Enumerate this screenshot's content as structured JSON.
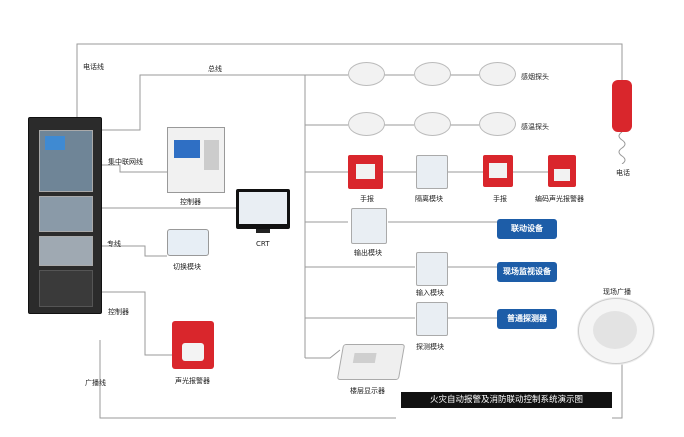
{
  "labels": {
    "phone_line": "电话线",
    "bus": "总线",
    "central_network": "集中联网线",
    "controller": "控制器",
    "crt": "CRT",
    "dedicated_line": "专线",
    "switch_module": "切换模块",
    "control": "控制器",
    "broadcast_line": "广播线",
    "sound_light_alarm": "声光报警器",
    "smoke_detector": "感烟探头",
    "heat_detector": "感温探头",
    "manual_alarm_1": "手报",
    "isolation_module": "隔离模块",
    "manual_alarm_2": "手报",
    "coded_alarm": "编码声光报警器",
    "output_module": "输出模块",
    "input_module": "输入模块",
    "detection_module": "探测模块",
    "floor_display": "楼层显示器",
    "phone": "电话",
    "broadcast_speaker": "现场广播"
  },
  "buttons": {
    "linkage_device": "联动设备",
    "onsite_monitor": "现场监视设备",
    "normal_detector": "普通探测器"
  },
  "title": "火灾自动报警及消防联动控制系统演示图",
  "colors": {
    "button_blue": "#1d5da8",
    "wire": "#9a9a9a",
    "alarm_red": "#d9262c",
    "cabinet": "#2b2b2b"
  }
}
